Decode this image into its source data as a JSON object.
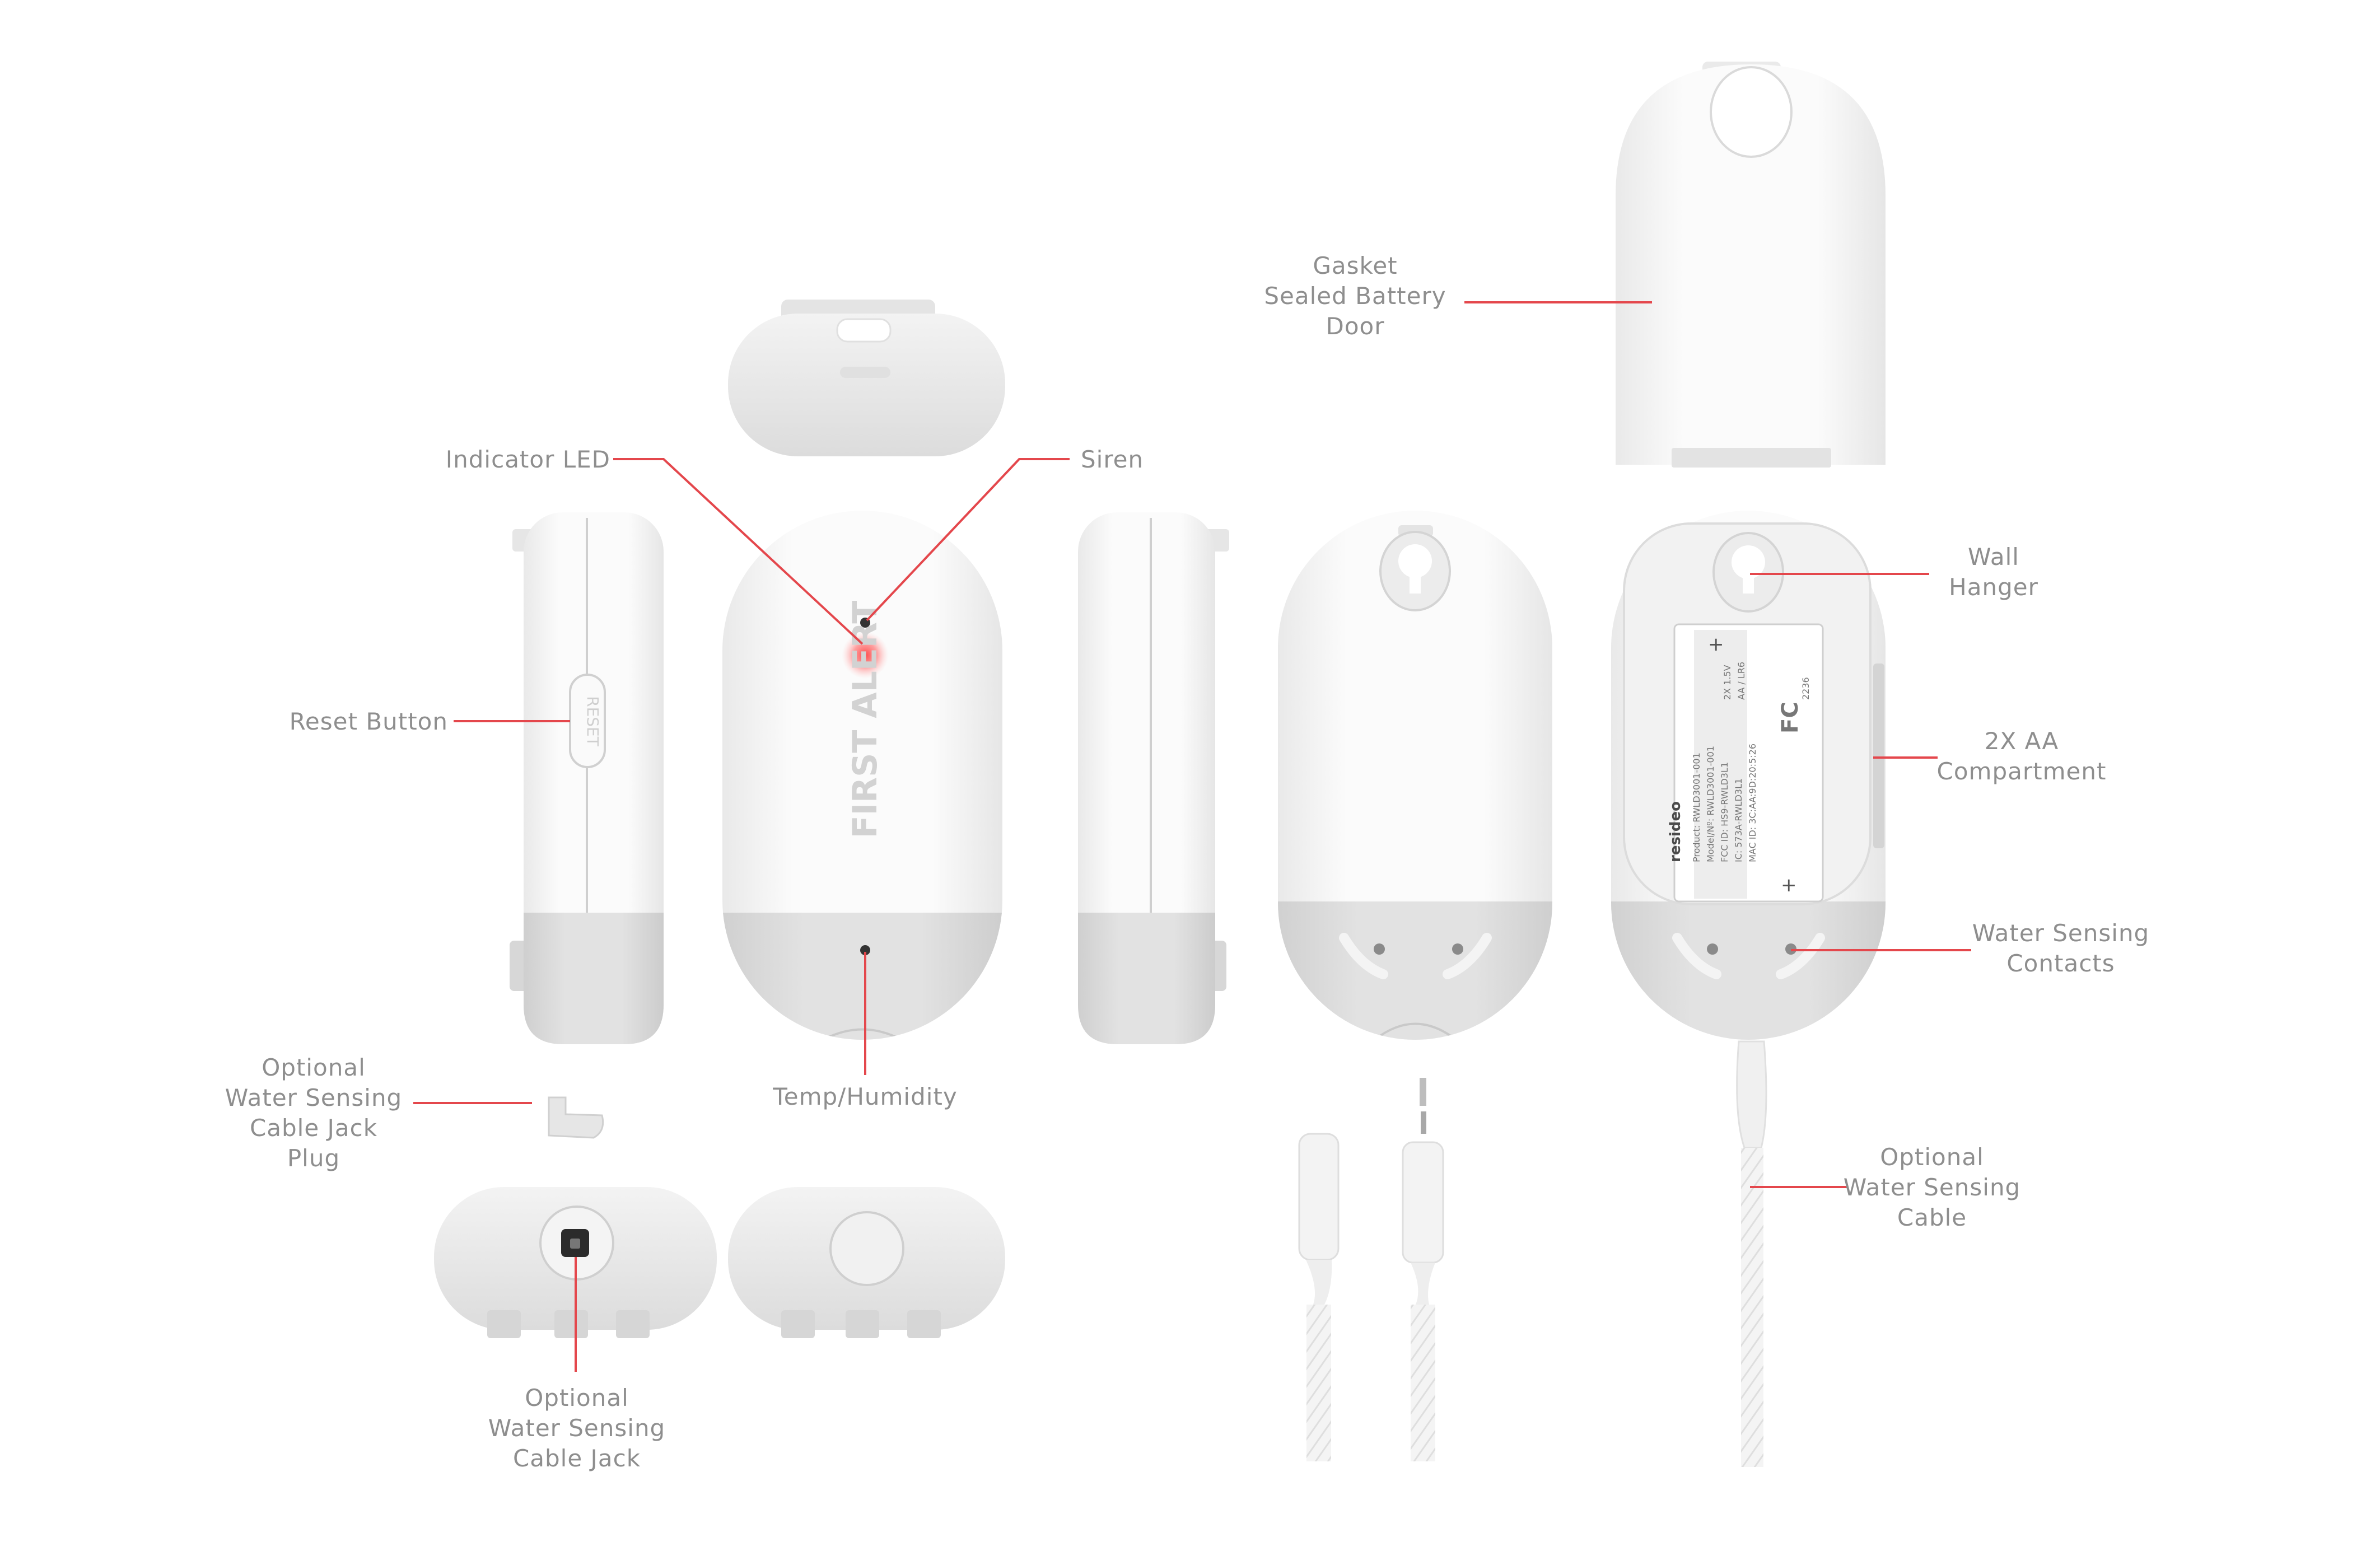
{
  "callouts": {
    "gasket": [
      "Gasket",
      "Sealed Battery",
      "Door"
    ],
    "indicator": "Indicator LED",
    "siren": "Siren",
    "wall": [
      "Wall",
      "Hanger"
    ],
    "reset": "Reset Button",
    "aa": [
      "2X AA",
      "Compartment"
    ],
    "contacts": [
      "Water Sensing",
      "Contacts"
    ],
    "plug": [
      "Optional",
      "Water Sensing",
      "Cable Jack",
      "Plug"
    ],
    "temp": "Temp/Humidity",
    "cable": [
      "Optional",
      "Water Sensing",
      "Cable"
    ],
    "jack": [
      "Optional",
      "Water Sensing",
      "Cable Jack"
    ]
  },
  "device": {
    "brand": "FIRST ALERT",
    "reset_label": "RESET",
    "label_brand": "resideo",
    "label_lines": [
      "Product: RWLD3001-001",
      "Model/Nº: RWLD3001-001",
      "FCC ID: HS9-RWLD3L1",
      "IC: 573A-RWLD3L1",
      "MAC ID: 3C:AA:9D:20:5:26"
    ],
    "fcc": "FC",
    "battery_text": "2X 1.5V",
    "battery_sub": "AA / LR6",
    "date_code": "2236",
    "plus": "+"
  },
  "colors": {
    "leader": "#e4474c",
    "body": "#f7f7f7",
    "cap": "#d9d9d9",
    "label_text": "#8e8e8e",
    "led": "#f04848"
  }
}
